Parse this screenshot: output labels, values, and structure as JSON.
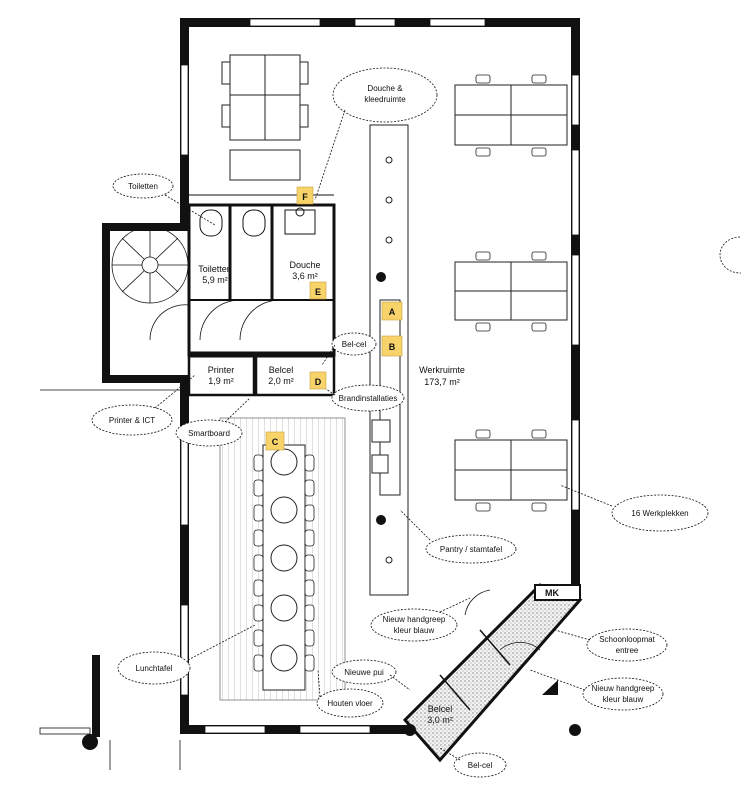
{
  "rooms": {
    "toiletten": {
      "name": "Toiletten",
      "area": "5,9 m²"
    },
    "douche": {
      "name": "Douche",
      "area": "3,6 m²"
    },
    "printer": {
      "name": "Printer",
      "area": "1,9 m²"
    },
    "belcel_small": {
      "name": "Belcel",
      "area": "2,0 m²"
    },
    "werkruimte": {
      "name": "Werkruimte",
      "area": "173,7 m²"
    },
    "belcel_entry": {
      "name": "Belcel",
      "area": "3,0 m²"
    },
    "mk": "MK"
  },
  "tags": {
    "a": "A",
    "b": "B",
    "c": "C",
    "d": "D",
    "e": "E",
    "f": "F"
  },
  "callouts": {
    "douche_kleedruimte_1": "Douche &",
    "douche_kleedruimte_2": "kleedruimte",
    "toiletten": "Toiletten",
    "bel_cel_top": "Bel-cel",
    "brandinstallaties": "Brandinstallaties",
    "printer_ict": "Printer & ICT",
    "smartboard": "Smartboard",
    "werkplekken": "16 Werkplekken",
    "pantry": "Pantry / stamtafel",
    "handgreep_1_a": "Nieuw handgreep",
    "handgreep_1_b": "kleur blauw",
    "schoonloopmat_a": "Schoonloopmat",
    "schoonloopmat_b": "entree",
    "handgreep_2_a": "Nieuw handgreep",
    "handgreep_2_b": "kleur blauw",
    "nieuwe_pui": "Nieuwe pui",
    "lunchtafel": "Lunchtafel",
    "houten_vloer": "Houten vloer",
    "bel_cel_bottom": "Bel-cel"
  }
}
